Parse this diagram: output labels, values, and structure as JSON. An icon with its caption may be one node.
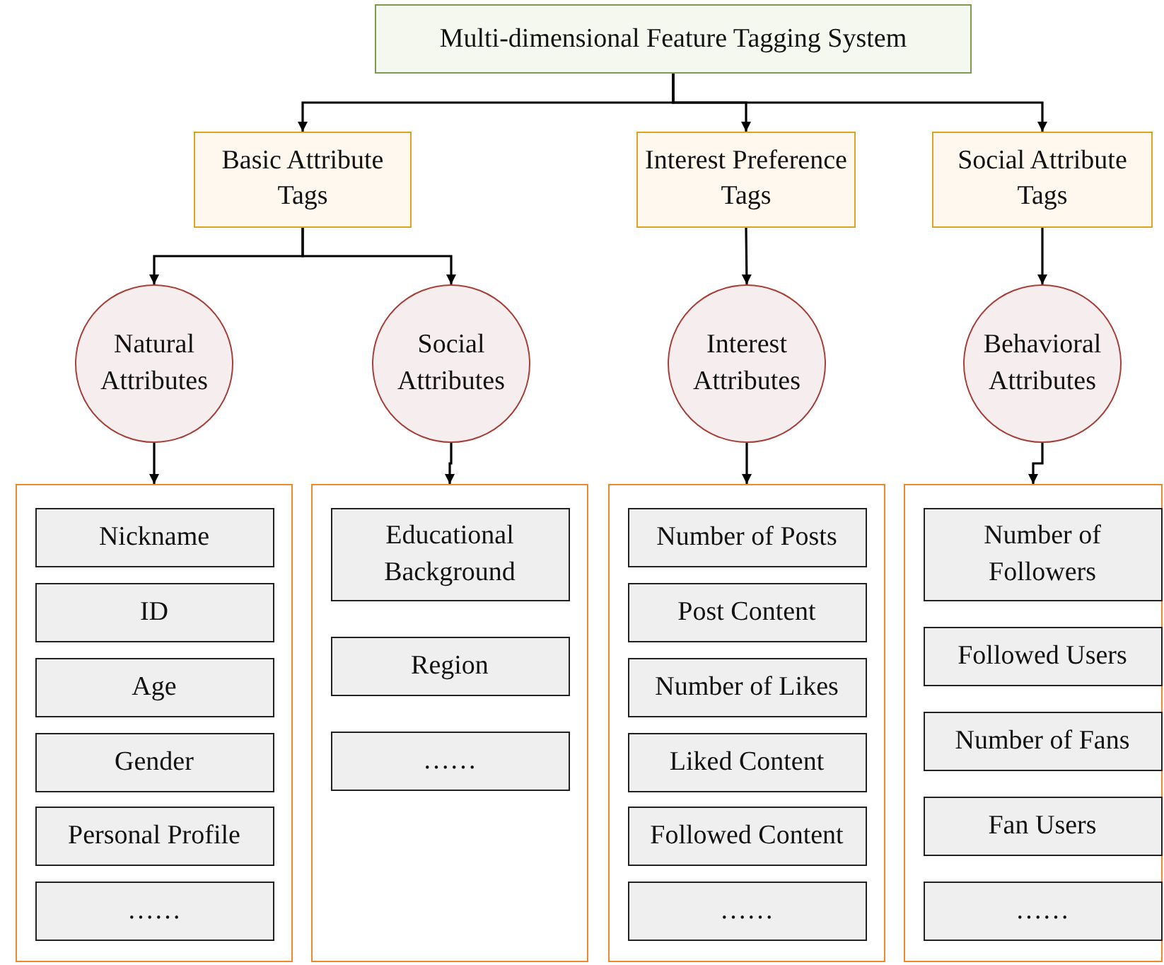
{
  "diagram": {
    "nodes": [
      {
        "text": [
          "Multi-dimensional Feature Tagging System"
        ]
      },
      {
        "text": [
          "Basic Attribute Tags"
        ]
      },
      {
        "text": [
          "Interest Preference Tags"
        ]
      },
      {
        "text": [
          "Social Attribute Tags"
        ]
      },
      {
        "text": [
          "Natural Attributes"
        ]
      },
      {
        "text": [
          "Social Attributes"
        ]
      },
      {
        "text": [
          "Interest Attributes"
        ]
      },
      {
        "text": [
          "Behavioral Attributes"
        ]
      },
      {
        "text": [],
        "shape": "box"
      },
      {
        "text": [
          "Nickname"
        ],
        "in": 8
      },
      {
        "text": [
          "ID"
        ],
        "in": 8
      },
      {
        "text": [
          "Age"
        ],
        "in": 8
      },
      {
        "text": [
          "Gender"
        ],
        "in": 8
      },
      {
        "text": [
          "Personal Profile"
        ],
        "in": 8
      },
      {
        "text": [
          "……"
        ],
        "in": 8
      },
      {
        "text": [],
        "shape": "box"
      },
      {
        "text": [
          "Educational Background"
        ],
        "in": 15
      },
      {
        "text": [
          "Region"
        ],
        "in": 15
      },
      {
        "text": [
          "……"
        ],
        "in": 15
      },
      {
        "text": [],
        "shape": "box"
      },
      {
        "text": [
          "Number of Posts"
        ],
        "in": 19
      },
      {
        "text": [
          "Post Content"
        ],
        "in": 19
      },
      {
        "text": [
          "Number of Likes"
        ],
        "in": 19
      },
      {
        "text": [
          "Liked Content"
        ],
        "in": 19
      },
      {
        "text": [
          "Followed Content"
        ],
        "in": 19
      },
      {
        "text": [
          "……"
        ],
        "in": 19
      },
      {
        "text": [],
        "shape": "box"
      },
      {
        "text": [
          "Number of Followers"
        ],
        "in": 26
      },
      {
        "text": [
          "Followed Users"
        ],
        "in": 26
      },
      {
        "text": [
          "Number of Fans"
        ],
        "in": 26
      },
      {
        "text": [
          "Fan Users"
        ],
        "in": 26
      },
      {
        "text": [
          "……"
        ],
        "in": 26
      }
    ],
    "edges": [
      {
        "from": 0,
        "to": 1,
        "arrow": "to"
      },
      {
        "from": 0,
        "to": 2,
        "arrow": "to"
      },
      {
        "from": 0,
        "to": 3,
        "arrow": "to"
      },
      {
        "from": 1,
        "to": 4,
        "arrow": "to"
      },
      {
        "from": 1,
        "to": 5,
        "arrow": "to"
      },
      {
        "from": 2,
        "to": 6,
        "arrow": "to"
      },
      {
        "from": 3,
        "to": 7,
        "arrow": "to"
      },
      {
        "from": 4,
        "to": 8,
        "arrow": "to"
      },
      {
        "from": 5,
        "to": 15,
        "arrow": "to"
      },
      {
        "from": 6,
        "to": 19,
        "arrow": "to"
      },
      {
        "from": 7,
        "to": 26,
        "arrow": "to"
      }
    ]
  }
}
